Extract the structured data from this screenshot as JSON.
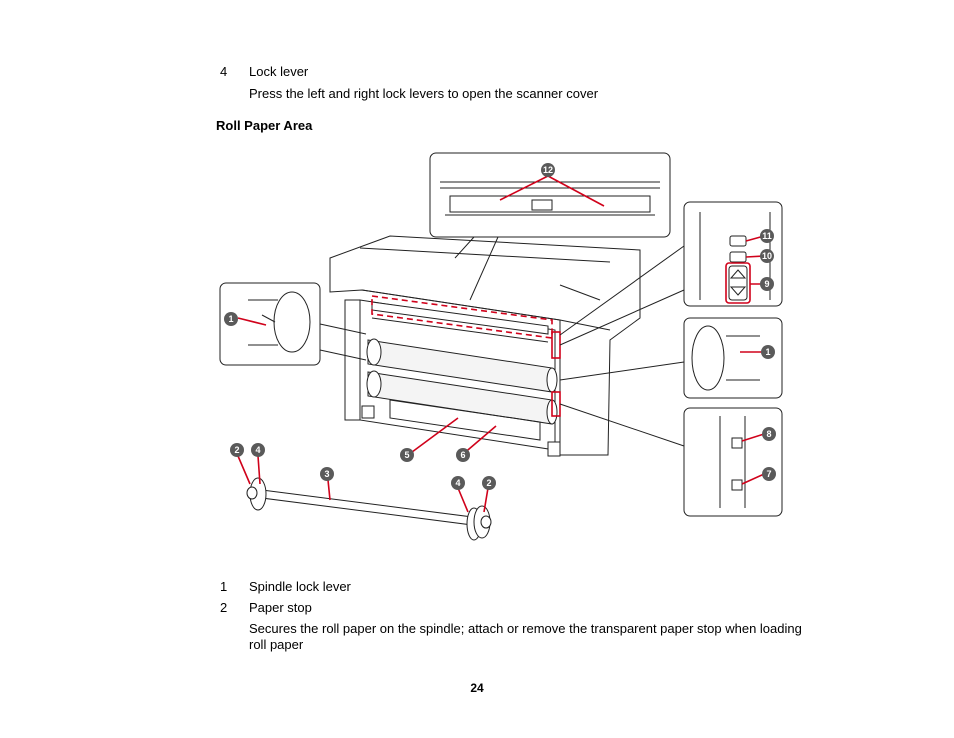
{
  "top_item": {
    "number": "4",
    "label": "Lock lever",
    "description": "Press the left and right lock levers to open the scanner cover"
  },
  "section_heading": "Roll Paper Area",
  "figure": {
    "callouts": [
      "1",
      "2",
      "3",
      "4",
      "5",
      "6",
      "7",
      "8",
      "9",
      "10",
      "11",
      "12"
    ],
    "line_color": "#d0021b",
    "badge_color": "#5a5a5a"
  },
  "list_items": [
    {
      "number": "1",
      "label": "Spindle lock lever"
    },
    {
      "number": "2",
      "label": "Paper stop",
      "description": "Secures the roll paper on the spindle; attach or remove the transparent paper stop when loading roll paper"
    }
  ],
  "page_number": "24"
}
